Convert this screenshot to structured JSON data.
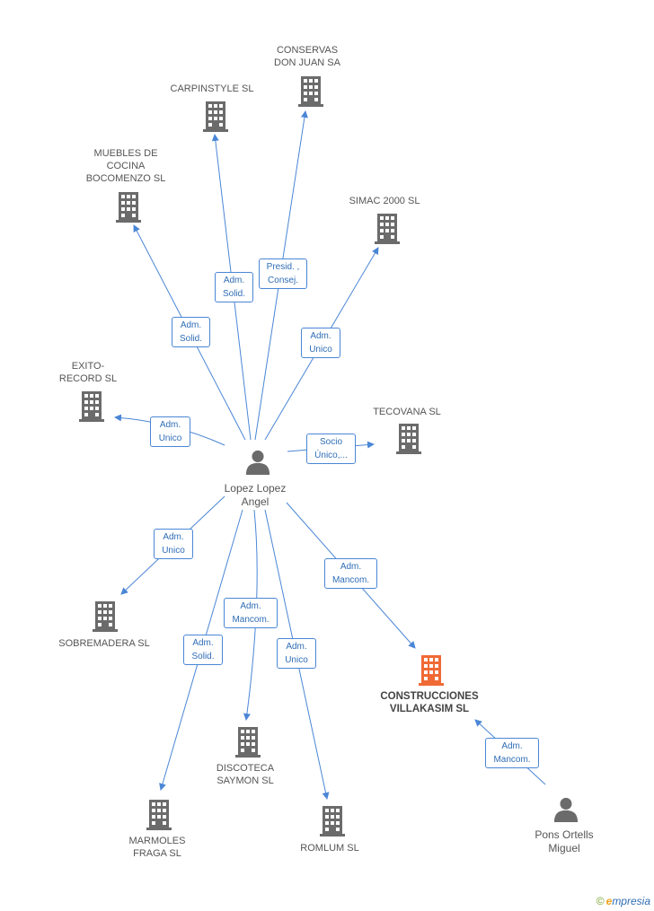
{
  "center_person": {
    "name": "Lopez Lopez\nAngel"
  },
  "other_person": {
    "name": "Pons Ortells\nMiguel"
  },
  "companies": [
    {
      "id": "conservas",
      "label": "CONSERVAS\nDON JUAN SA"
    },
    {
      "id": "carpinstyle",
      "label": "CARPINSTYLE SL"
    },
    {
      "id": "muebles",
      "label": "MUEBLES DE\nCOCINA\nBOCOMENZO  SL"
    },
    {
      "id": "simac",
      "label": "SIMAC 2000 SL"
    },
    {
      "id": "exito",
      "label": "EXITO-\nRECORD SL"
    },
    {
      "id": "tecovana",
      "label": "TECOVANA SL"
    },
    {
      "id": "sobremadera",
      "label": "SOBREMADERA SL"
    },
    {
      "id": "construcciones",
      "label": "CONSTRUCCIONES\nVILLAKASIM SL"
    },
    {
      "id": "discoteca",
      "label": "DISCOTECA\nSAYMON SL"
    },
    {
      "id": "marmoles",
      "label": "MARMOLES\nFRAGA  SL"
    },
    {
      "id": "romlum",
      "label": "ROMLUM SL"
    }
  ],
  "edges": [
    {
      "to": "carpinstyle",
      "label": "Adm.\nSolid."
    },
    {
      "to": "conservas",
      "label": "Presid. ,\nConsej."
    },
    {
      "to": "muebles",
      "label": "Adm.\nSolid."
    },
    {
      "to": "simac",
      "label": "Adm.\nUnico"
    },
    {
      "to": "exito",
      "label": "Adm.\nUnico"
    },
    {
      "to": "tecovana",
      "label": "Socio\nÚnico,..."
    },
    {
      "to": "sobremadera",
      "label": "Adm.\nUnico"
    },
    {
      "to": "construcciones",
      "label": "Adm.\nMancom."
    },
    {
      "to": "discoteca",
      "label": "Adm.\nMancom."
    },
    {
      "to": "marmoles",
      "label": "Adm.\nSolid."
    },
    {
      "to": "romlum",
      "label": "Adm.\nUnico"
    },
    {
      "from": "other_person",
      "to": "construcciones",
      "label": "Adm.\nMancom."
    }
  ],
  "colors": {
    "edge": "#4a86d6",
    "building": "#6b6b6b",
    "building_main": "#f06a35",
    "person": "#6b6b6b"
  },
  "footer": {
    "copyright": "©",
    "brand_e": "e",
    "brand_rest": "mpresia"
  }
}
